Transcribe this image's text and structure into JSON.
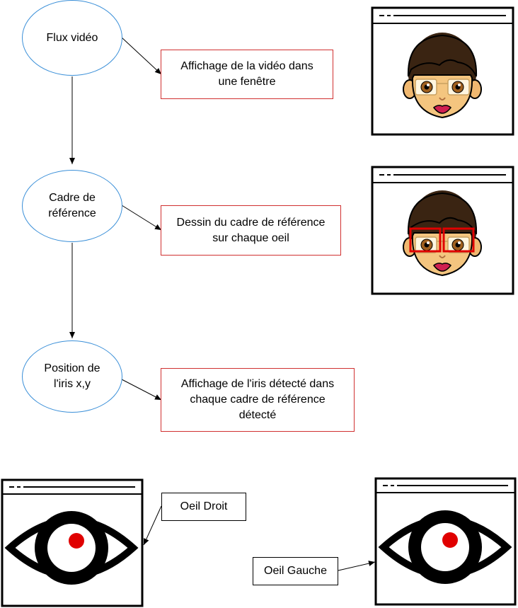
{
  "nodes": {
    "flux_video": "Flux vidéo",
    "cadre_reference": "Cadre de référence",
    "position_iris": "Position de l'iris x,y"
  },
  "notes": {
    "affichage_video": "Affichage de la vidéo dans une fenêtre",
    "dessin_cadre": "Dessin du cadre de référence sur chaque oeil",
    "affichage_iris": "Affichage de l'iris détecté dans chaque cadre de référence détecté"
  },
  "eye_labels": {
    "droit": "Oeil Droit",
    "gauche": "Oeil Gauche"
  },
  "colors": {
    "oval_stroke": "#3a8fd8",
    "note_stroke": "#d03030",
    "highlight": "#e00000",
    "hair": "#3a2412",
    "skin": "#f4c57f",
    "iris": "#a0601e"
  },
  "icons": {
    "window": "browser-window-icon",
    "face": "woman-face-icon",
    "eye": "eye-icon"
  }
}
